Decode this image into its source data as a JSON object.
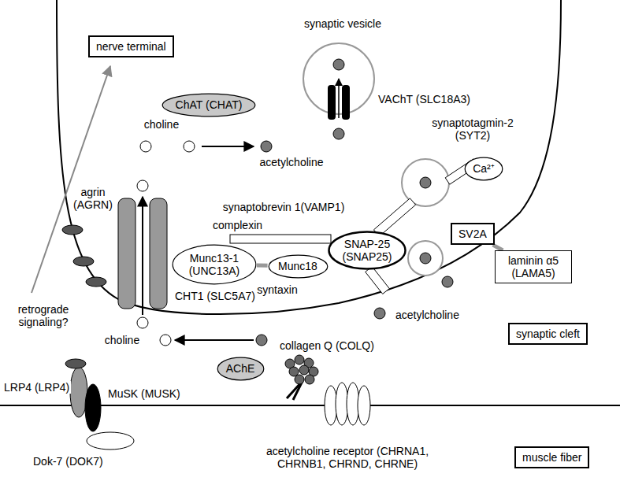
{
  "diagram": {
    "nodes": [
      {
        "text": [
          "nerve terminal"
        ]
      },
      {
        "text": [
          "ChAT (CHAT)"
        ]
      },
      {
        "text": [
          "Ca²⁺"
        ]
      },
      {
        "text": [
          "Munc13-1 (UNC13A)"
        ]
      },
      {
        "text": [
          "Munc18"
        ]
      },
      {
        "text": [
          "SNAP-25 (SNAP25)"
        ]
      },
      {
        "text": [
          "SV2A"
        ]
      },
      {
        "text": [
          "laminin α5 (LAMA5)"
        ]
      },
      {
        "text": [
          "synaptic cleft"
        ]
      },
      {
        "text": [
          "AChE"
        ]
      },
      {
        "text": [
          "muscle fiber"
        ]
      }
    ],
    "edges": [
      {
        "from": 3,
        "to": 4,
        "arrow": "none"
      },
      {
        "from": 6,
        "to": 7,
        "arrow": "none"
      }
    ],
    "labels": [
      "synaptic vesicle",
      "VAChT (SLC18A3)",
      "choline",
      "acetylcholine",
      "agrin (AGRN)",
      "synaptotagmin-2 (SYT2)",
      "synaptobrevin 1(VAMP1)",
      "complexin",
      "syntaxin",
      "acetylcholine",
      "CHT1 (SLC5A7)",
      "choline",
      "retrograde signaling?",
      "collagen Q (COLQ)",
      "LRP4 (LRP4)",
      "MuSK (MUSK)",
      "Dok-7 (DOK7)",
      "acetylcholine receptor (CHRNA1, CHRNB1, CHRND, CHRNE)"
    ]
  }
}
